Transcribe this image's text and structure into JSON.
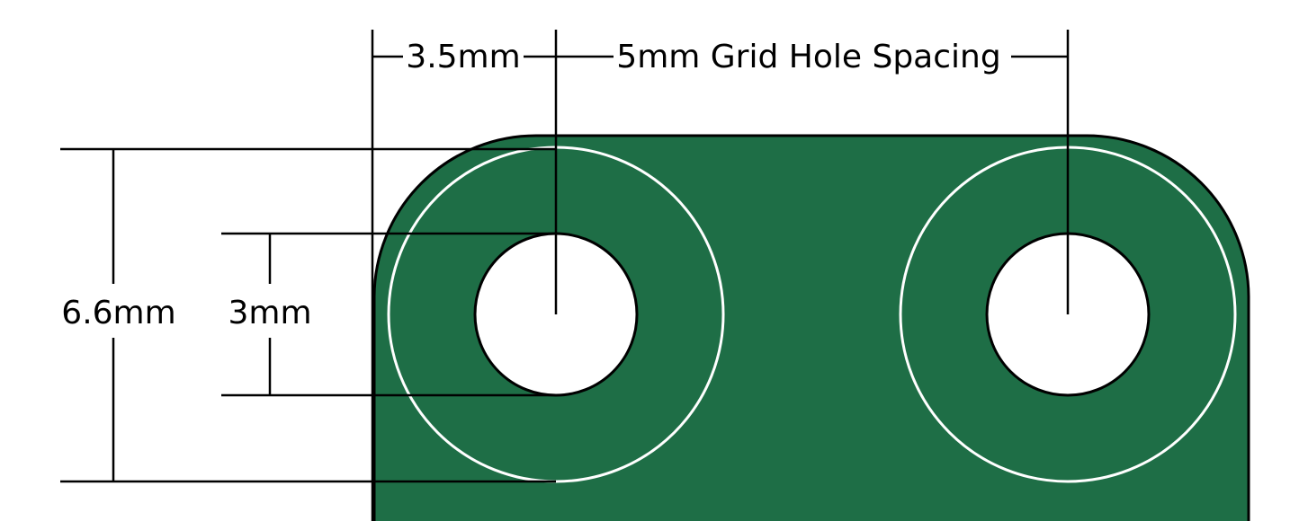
{
  "diagram": {
    "colors": {
      "board_fill": "#1e6e46",
      "board_outline": "#000000",
      "pad_ring": "#ffffff",
      "hole_fill": "#ffffff",
      "dimension_line": "#000000"
    },
    "dimensions": {
      "edge_offset_label": "3.5mm",
      "hole_spacing_label": "5mm Grid Hole Spacing",
      "pad_diameter_label": "6.6mm",
      "hole_diameter_label": "3mm"
    }
  }
}
